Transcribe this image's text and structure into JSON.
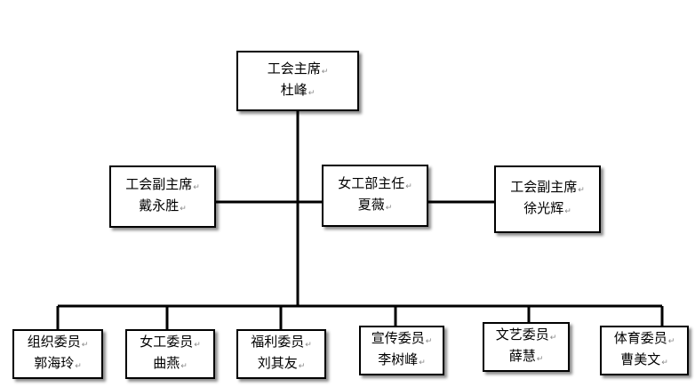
{
  "chairman": {
    "title": "工会主席",
    "name": "杜峰"
  },
  "vice_left": {
    "title": "工会副主席",
    "name": "戴永胜"
  },
  "women_director": {
    "title": "女工部主任",
    "name": "夏薇"
  },
  "vice_right": {
    "title": "工会副主席",
    "name": "徐光辉"
  },
  "members": [
    {
      "title": "组织委员",
      "name": "郭海玲"
    },
    {
      "title": "女工委员",
      "name": "曲燕"
    },
    {
      "title": "福利委员",
      "name": "刘其友"
    },
    {
      "title": "宣传委员",
      "name": "李树峰"
    },
    {
      "title": "文艺委员",
      "name": "薛慧"
    },
    {
      "title": "体育委员",
      "name": "曹美文"
    }
  ]
}
